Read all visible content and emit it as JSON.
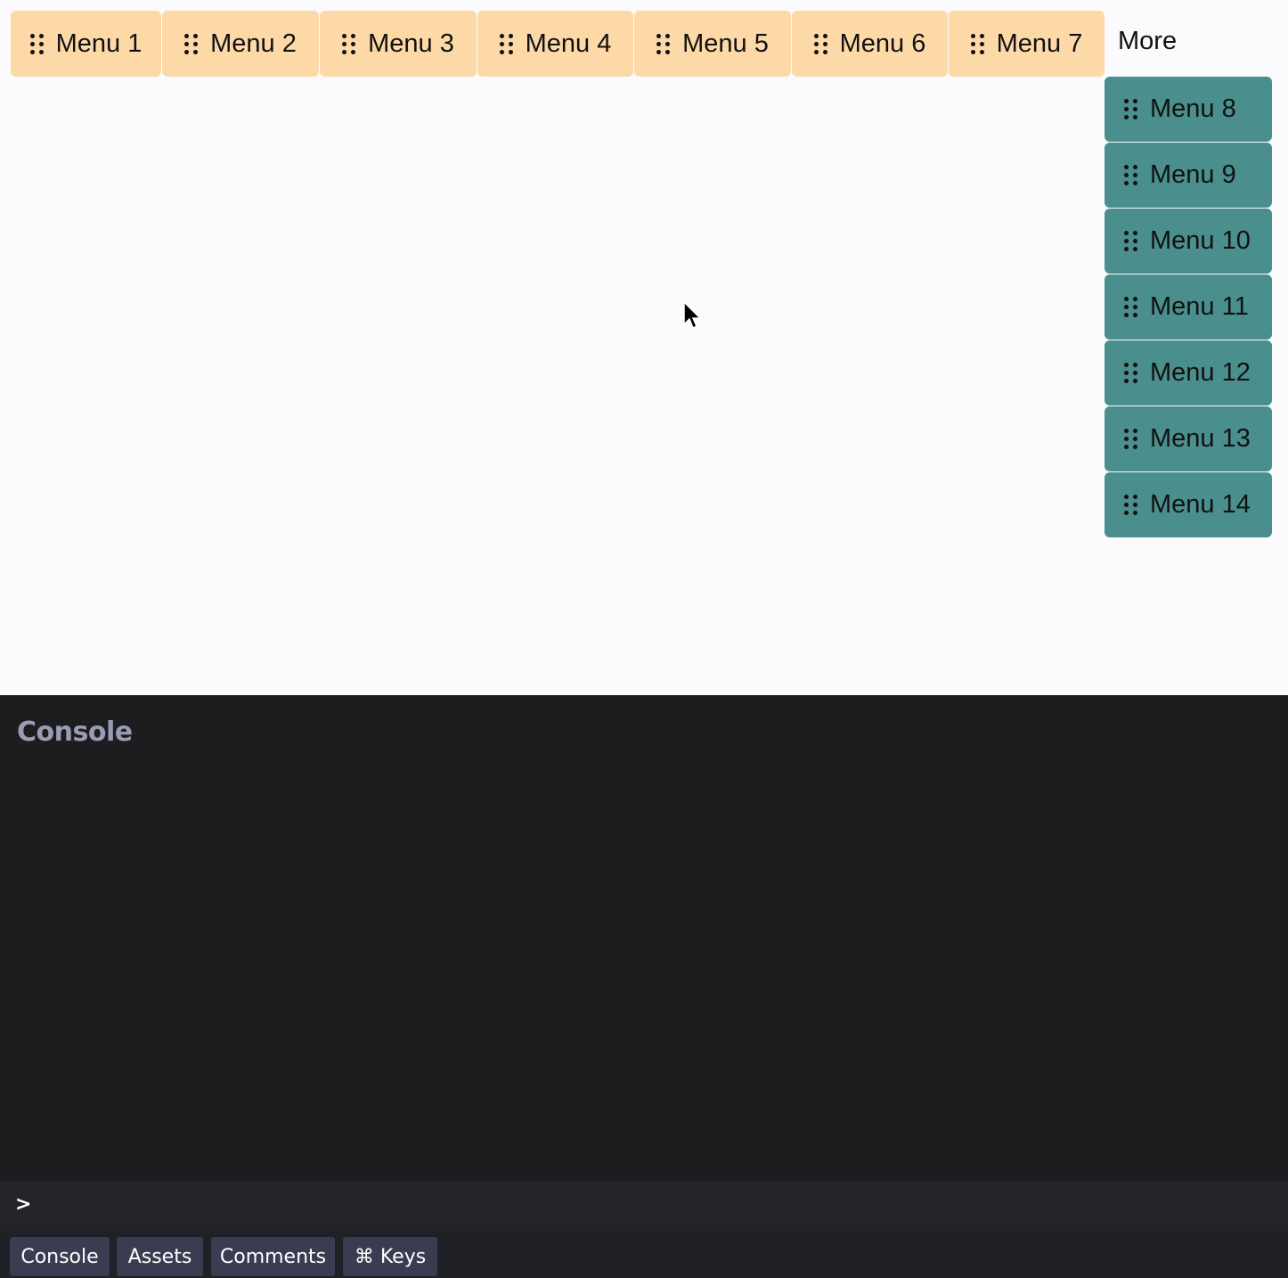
{
  "menubar": {
    "items": [
      {
        "label": "Menu 1"
      },
      {
        "label": "Menu 2"
      },
      {
        "label": "Menu 3"
      },
      {
        "label": "Menu 4"
      },
      {
        "label": "Menu 5"
      },
      {
        "label": "Menu 6"
      },
      {
        "label": "Menu 7"
      }
    ],
    "more_label": "More",
    "item_color": "#fdd9a8"
  },
  "dropdown": {
    "items": [
      {
        "label": "Menu 8"
      },
      {
        "label": "Menu 9"
      },
      {
        "label": "Menu 10"
      },
      {
        "label": "Menu 11"
      },
      {
        "label": "Menu 12"
      },
      {
        "label": "Menu 13"
      },
      {
        "label": "Menu 14"
      }
    ],
    "item_color": "#4a8f8d"
  },
  "console": {
    "title": "Console",
    "prompt": ">",
    "tabs": [
      {
        "label": "Console"
      },
      {
        "label": "Assets"
      },
      {
        "label": "Comments"
      },
      {
        "label": "⌘ Keys"
      }
    ]
  }
}
